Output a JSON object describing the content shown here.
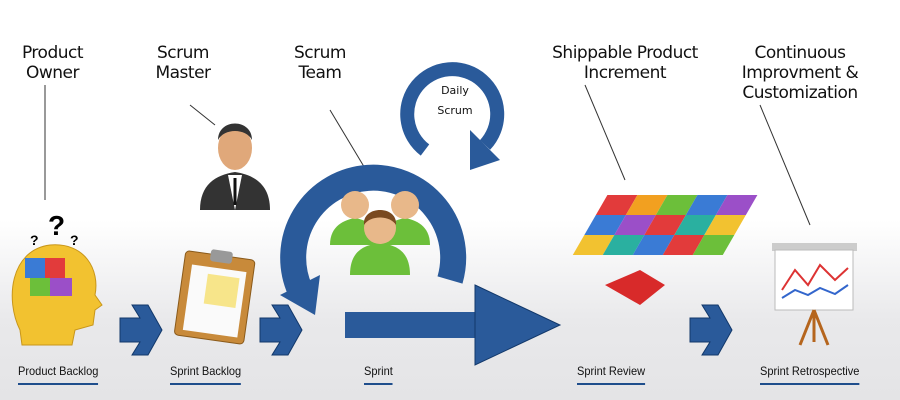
{
  "roles": {
    "product_owner": "Product Owner",
    "scrum_master": "Scrum Master",
    "scrum_team": "Scrum Team",
    "daily_scrum": "Daily Scrum",
    "shippable_increment": "Shippable Product Increment",
    "continuous_improvement": "Continuous Improvment & Customization"
  },
  "stages": [
    {
      "label": "Product Backlog"
    },
    {
      "label": "Sprint Backlog"
    },
    {
      "label": "Sprint"
    },
    {
      "label": "Sprint Review"
    },
    {
      "label": "Sprint Retrospective"
    }
  ],
  "colors": {
    "accent": "#1f4e8c",
    "arrow": "#2a5a9a"
  }
}
